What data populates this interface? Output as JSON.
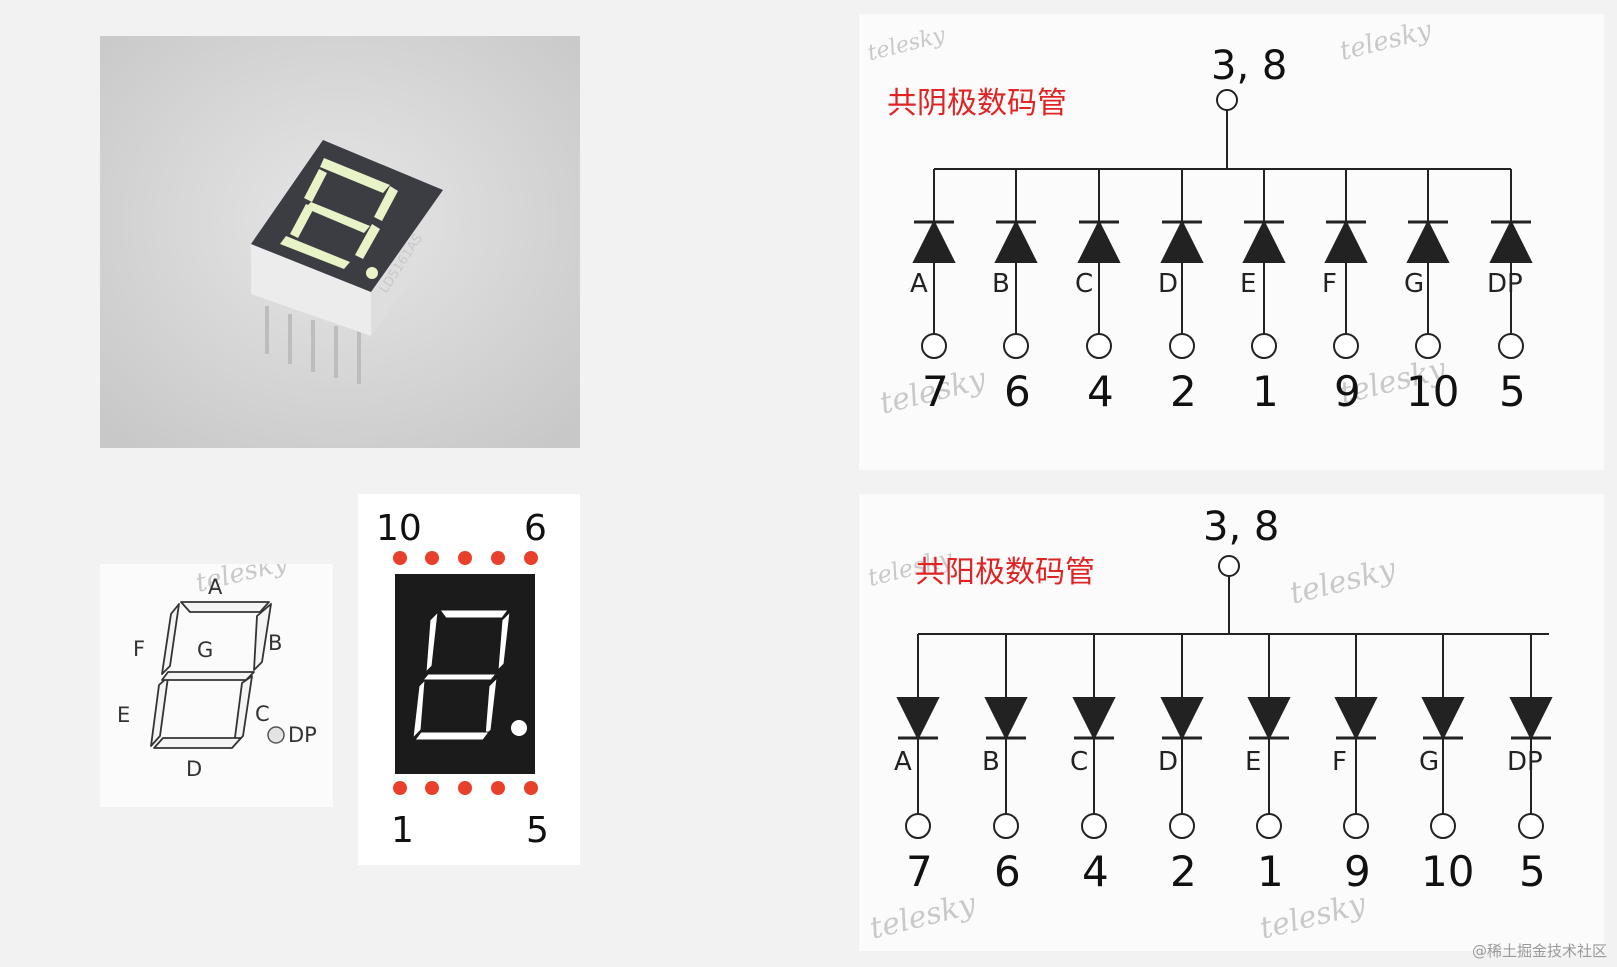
{
  "photo": {
    "device_marking": "LD5161AS"
  },
  "segment_diagram": {
    "labels": {
      "a": "A",
      "b": "B",
      "c": "C",
      "d": "D",
      "e": "E",
      "f": "F",
      "g": "G",
      "dp": "DP"
    },
    "watermark": "telesky"
  },
  "pinout": {
    "top_left_pin": "10",
    "top_right_pin": "6",
    "bottom_left_pin": "1",
    "bottom_right_pin": "5",
    "pin_color": "#e8402a",
    "body_color": "#1b1b1b",
    "segment_color": "#ffffff"
  },
  "common_cathode": {
    "title": "共阴极数码管",
    "common_pins": "3, 8",
    "title_color": "#e02424",
    "segments": [
      "A",
      "B",
      "C",
      "D",
      "E",
      "F",
      "G",
      "DP"
    ],
    "pins": [
      "7",
      "6",
      "4",
      "2",
      "1",
      "9",
      "10",
      "5"
    ],
    "watermark": "telesky"
  },
  "common_anode": {
    "title": "共阳极数码管",
    "common_pins": "3, 8",
    "title_color": "#e02424",
    "segments": [
      "A",
      "B",
      "C",
      "D",
      "E",
      "F",
      "G",
      "DP"
    ],
    "pins": [
      "7",
      "6",
      "4",
      "2",
      "1",
      "9",
      "10",
      "5"
    ],
    "watermark": "telesky"
  },
  "footer": {
    "credit": "@稀土掘金技术社区"
  }
}
